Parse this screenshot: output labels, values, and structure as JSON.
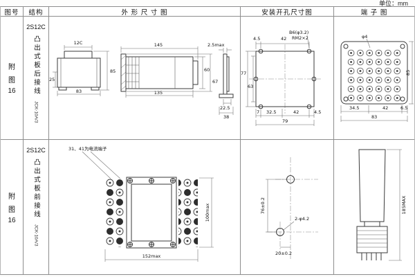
{
  "page": {
    "unit_label": "单位：mm"
  },
  "headers": {
    "fig_no": "图号",
    "structure": "结构",
    "outline": "外 形 尺 寸 图",
    "installation": "安装开孔尺寸图",
    "terminal": "端 子 图"
  },
  "row1": {
    "fig_parts": [
      "附",
      "图",
      "16"
    ],
    "model": "2S12C",
    "mount": "凸出式板后接线",
    "code": "JCK-10A/3",
    "outline": {
      "top_width": "12C",
      "step": "25",
      "front_width": "83",
      "front_height": "85",
      "depth_total": "145",
      "depth_body": "135",
      "h_inner": "60",
      "h_outer": "67",
      "panel_t": "2.5max",
      "edge_a": "22.5",
      "edge_b": "38"
    },
    "installation": {
      "top_a": "4.5",
      "top_b": "42",
      "hole_spec": "B6(φ3.2)",
      "screw_spec": "RM2×2",
      "left_outer": "77",
      "left_inner": "63",
      "bot_a": "7",
      "bot_b": "32.5",
      "bot_c": "42",
      "bot_d": "4.5",
      "bot_total": "79"
    },
    "terminal": {
      "hole": "φ4",
      "bot_a": "34.5",
      "bot_b": "42",
      "bot_c": "6.5",
      "bot_total": "83",
      "right_h": "85"
    }
  },
  "row2": {
    "fig_parts": [
      "附",
      "图",
      "16"
    ],
    "model": "2S12C",
    "mount": "凸出式板前接线",
    "code": "JCK-10A/3",
    "outline": {
      "note": "31、41为电流端子",
      "width": "152max",
      "height": "100max"
    },
    "installation": {
      "v_dim": "76±0.2",
      "hole_spec": "2-φ4.2",
      "h_dim": "20±0.2"
    },
    "terminal": {
      "height": "185MAX"
    }
  }
}
